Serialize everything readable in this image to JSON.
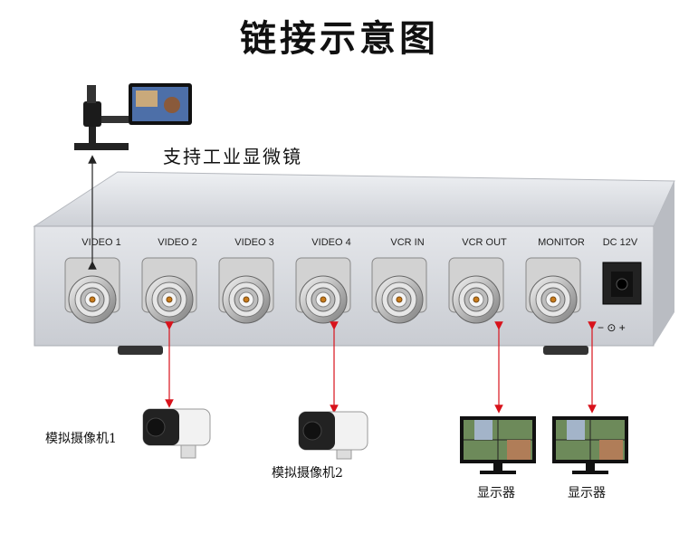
{
  "title": "链接示意图",
  "microscope_label": "支持工业显微镜",
  "ports": [
    "VIDEO 1",
    "VIDEO 2",
    "VIDEO 3",
    "VIDEO 4",
    "VCR IN",
    "VCR OUT",
    "MONITOR",
    "DC 12V"
  ],
  "power_polarity": "−  ⊙  +",
  "camera1_label": "模拟摄像机1",
  "camera2_label": "模拟摄像机2",
  "monitor1_label": "显示器",
  "monitor2_label": "显示器",
  "colors": {
    "arrow": "#d8121b",
    "box": "#d9dbe0",
    "box_top": "#cfd2d8"
  }
}
